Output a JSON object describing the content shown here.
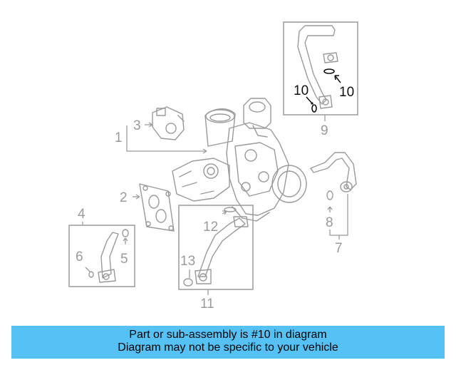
{
  "callouts": {
    "c1": "1",
    "c2": "2",
    "c3": "3",
    "c4": "4",
    "c5": "5",
    "c6": "6",
    "c7": "7",
    "c8": "8",
    "c9": "9",
    "c10a": "10",
    "c10b": "10",
    "c11": "11",
    "c12": "12",
    "c13": "13"
  },
  "highlighted_part": "10",
  "colors": {
    "banner": "#55c1f5",
    "highlight": "#111111",
    "parts": "#9a9a9a"
  },
  "banner": {
    "line1": "Part or sub-assembly is #10 in diagram",
    "line2": "Diagram may not be specific to your vehicle"
  }
}
